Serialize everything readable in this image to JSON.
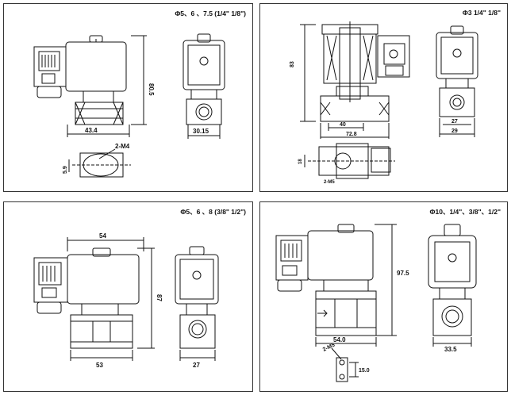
{
  "panels": [
    {
      "title": "Φ5、6 、7.5 (1/4\" 1/8\")",
      "dims": {
        "width": "43.4",
        "height": "80.5",
        "side_width": "30.15",
        "thread": "2-M4",
        "offset": "5.9"
      }
    },
    {
      "title": "Φ3  1/4\" 1/8\"",
      "dims": {
        "height": "83",
        "port": "40",
        "length": "72.8",
        "side_inner": "27",
        "side_outer": "29",
        "offset": "18",
        "thread": "2-M5"
      }
    },
    {
      "title": "Φ5、6 、8 (3/8\" 1/2\")",
      "dims": {
        "top_width": "54",
        "height": "87",
        "bottom_width": "53",
        "side_width": "27"
      }
    },
    {
      "title": "Φ10、1/4\"、3/8\"、1/2\"",
      "dims": {
        "height": "97.5",
        "width": "54.0",
        "side_width": "33.5",
        "thread": "2-M5",
        "offset": "15.0"
      }
    }
  ]
}
